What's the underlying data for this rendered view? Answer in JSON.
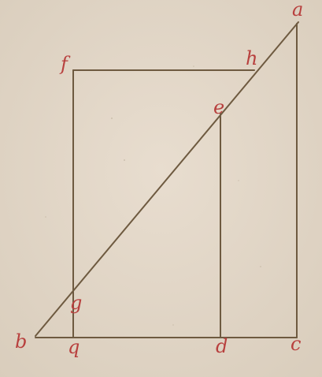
{
  "colors": {
    "paper": "#e3d8c9",
    "ink": "#6e5a40",
    "letters": "#b8403e"
  },
  "labels": {
    "a": "a",
    "b": "b",
    "c": "c",
    "d": "d",
    "e": "e",
    "f": "f",
    "g": "g",
    "h": "h",
    "q": "q"
  }
}
